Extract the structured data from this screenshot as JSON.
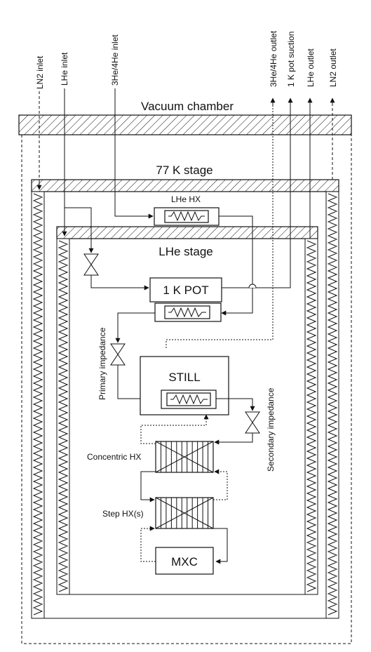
{
  "labels": {
    "vacuum_chamber": "Vacuum chamber",
    "stage_77k": "77 K stage",
    "lhe_stage": "LHe stage",
    "lhe_hx": "LHe HX",
    "one_k_pot": "1 K POT",
    "still": "STILL",
    "mxc": "MXC",
    "primary_impedance": "Primary impedance",
    "secondary_impedance": "Secondary impedance",
    "concentric_hx": "Concentric HX",
    "step_hx": "Step HX(s)"
  },
  "inlets": {
    "ln2": "LN2 inlet",
    "lhe": "LHe inlet",
    "he_mix": "3He/4He inlet"
  },
  "outlets": {
    "he_mix": "3He/4He outlet",
    "pot_suction": "1 K pot suction",
    "lhe": "LHe outlet",
    "ln2": "LN2 outlet"
  }
}
